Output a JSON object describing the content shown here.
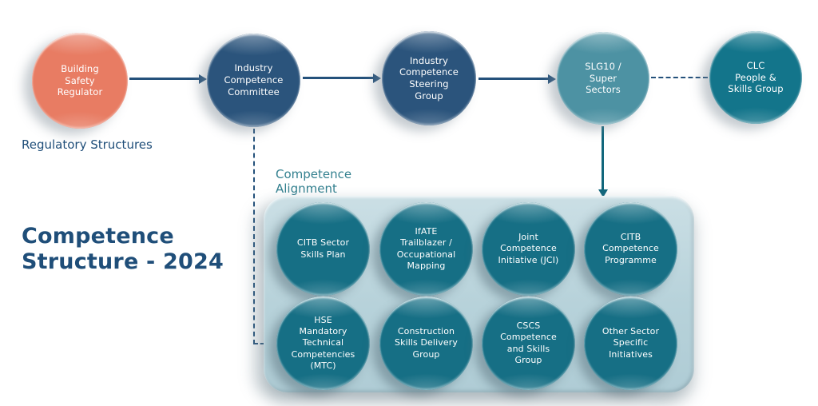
{
  "heading": "Competence\nStructure - 2024",
  "section_labels": {
    "regulatory": "Regulatory Structures",
    "alignment": "Competence\nAlignment"
  },
  "flow_nodes": [
    {
      "id": "building-safety-regulator",
      "label": "Building\nSafety\nRegulator",
      "color": "#E87C63"
    },
    {
      "id": "industry-competence-committee",
      "label": "Industry\nCompetence\nCommittee",
      "color": "#2B547C"
    },
    {
      "id": "industry-competence-steering-group",
      "label": "Industry\nCompetence\nSteering\nGroup",
      "color": "#2B547C"
    },
    {
      "id": "slg10-super-sectors",
      "label": "SLG10 /\nSuper\nSectors",
      "color": "#4D92A3"
    },
    {
      "id": "clc-people-skills-group",
      "label": "CLC\nPeople &\nSkills Group",
      "color": "#13758B"
    }
  ],
  "alignment_nodes": [
    {
      "id": "citb-sector-skills-plan",
      "label": "CITB Sector\nSkills Plan"
    },
    {
      "id": "ifate-trailblazer-occupational-mapping",
      "label": "IfATE\nTrailblazer /\nOccupational\nMapping"
    },
    {
      "id": "joint-competence-initiative",
      "label": "Joint\nCompetence\nInitiative (JCI)"
    },
    {
      "id": "citb-competence-programme",
      "label": "CITB\nCompetence\nProgramme"
    },
    {
      "id": "hse-mandatory-technical-competencies",
      "label": "HSE\nMandatory\nTechnical\nCompetencies\n(MTC)"
    },
    {
      "id": "construction-skills-delivery-group",
      "label": "Construction\nSkills Delivery\nGroup"
    },
    {
      "id": "cscs-competence-and-skills-group",
      "label": "CSCS\nCompetence\nand Skills\nGroup"
    },
    {
      "id": "other-sector-specific-initiatives",
      "label": "Other Sector\nSpecific\nInitiatives"
    }
  ],
  "connectors": [
    {
      "from": "building-safety-regulator",
      "to": "industry-competence-committee",
      "style": "solid-arrow"
    },
    {
      "from": "industry-competence-committee",
      "to": "industry-competence-steering-group",
      "style": "solid-arrow"
    },
    {
      "from": "industry-competence-steering-group",
      "to": "slg10-super-sectors",
      "style": "solid-arrow"
    },
    {
      "from": "slg10-super-sectors",
      "to": "clc-people-skills-group",
      "style": "dashed-line"
    },
    {
      "from": "slg10-super-sectors",
      "to": "competence-alignment-box",
      "style": "solid-arrow-down"
    },
    {
      "from": "industry-competence-committee",
      "to": "competence-alignment-box",
      "style": "dashed-elbow"
    }
  ],
  "colors": {
    "heading": "#1F4E79",
    "regulatory_label": "#1F4E79",
    "alignment_label": "#33808F",
    "salmon_node": "#E87C63",
    "navy_node": "#2B547C",
    "slg_node": "#4D92A3",
    "clc_node": "#13758B",
    "teal_bubble": "#166F85",
    "container_fill": "#BCD6DD",
    "connector_navy": "#24517B",
    "connector_teal": "#11677C",
    "background": "#FFFFFF"
  }
}
